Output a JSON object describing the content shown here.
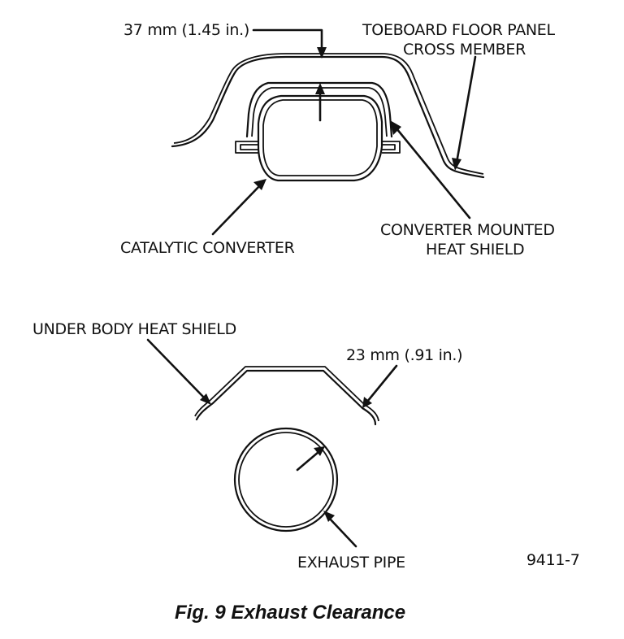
{
  "figure_number_label": "Fig. 9 Exhaust Clearance",
  "drawing_code": "9411-7",
  "upper_view": {
    "clearance_dimension": "37 mm (1.45 in.)",
    "toeboard_label_line1": "TOEBOARD FLOOR PANEL",
    "toeboard_label_line2": "CROSS MEMBER",
    "converter_label": "CATALYTIC CONVERTER",
    "shield_label_line1": "CONVERTER MOUNTED",
    "shield_label_line2": "HEAT SHIELD"
  },
  "lower_view": {
    "underbody_label": "UNDER BODY HEAT SHIELD",
    "clearance_dimension": "23 mm (.91 in.)",
    "pipe_label": "EXHAUST PIPE"
  }
}
